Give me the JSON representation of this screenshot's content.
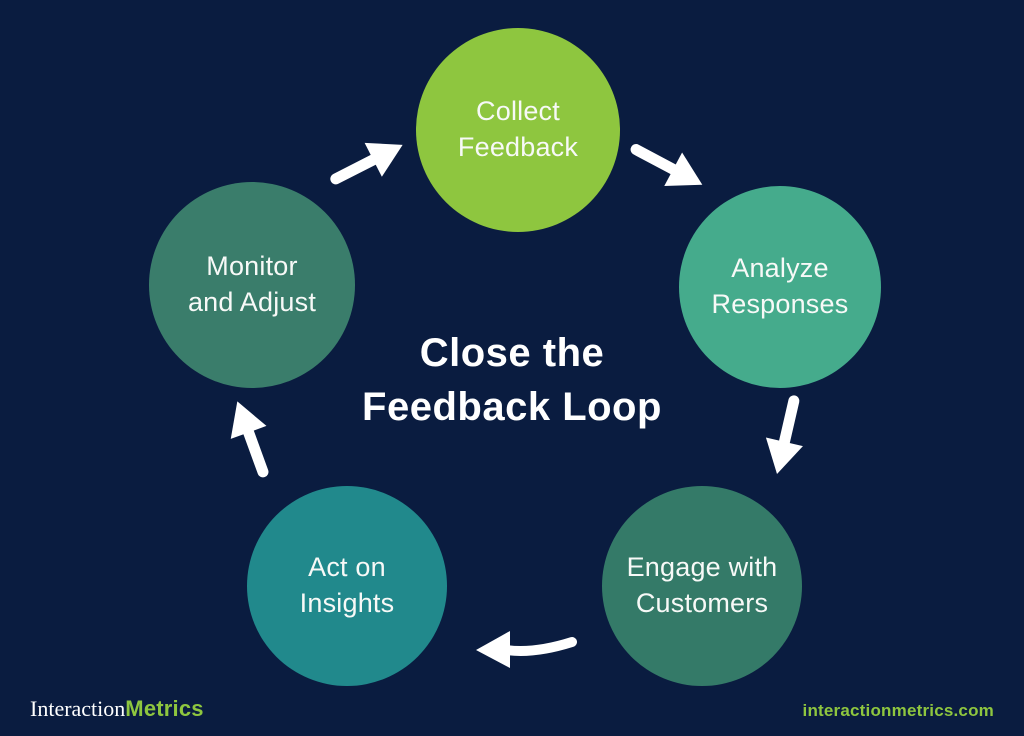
{
  "page": {
    "background_color": "#0a1c40",
    "diagram_text_color": "#ffffff"
  },
  "title": {
    "line1": "Close the",
    "line2": "Feedback Loop"
  },
  "cycle": {
    "steps": [
      {
        "name": "collect-feedback",
        "label": "Collect\nFeedback",
        "color": "#8ec63f"
      },
      {
        "name": "analyze-responses",
        "label": "Analyze\nResponses",
        "color": "#45ab8c"
      },
      {
        "name": "engage-with-customers",
        "label": "Engage with\nCustomers",
        "color": "#347a68"
      },
      {
        "name": "act-on-insights",
        "label": "Act on\nInsights",
        "color": "#21898c"
      },
      {
        "name": "monitor-and-adjust",
        "label": "Monitor\nand Adjust",
        "color": "#3a7d6b"
      }
    ],
    "arrows": [
      {
        "from": "Monitor and Adjust",
        "to": "Collect Feedback"
      },
      {
        "from": "Collect Feedback",
        "to": "Analyze Responses"
      },
      {
        "from": "Analyze Responses",
        "to": "Engage with Customers"
      },
      {
        "from": "Engage with Customers",
        "to": "Act on Insights"
      },
      {
        "from": "Act on Insights",
        "to": "Monitor and Adjust"
      }
    ],
    "arrow_color": "#ffffff"
  },
  "footer": {
    "brand_part1": "Interaction",
    "brand_part2": "Metrics",
    "website": "interactionmetrics.com",
    "accent_color": "#8ec63f"
  }
}
